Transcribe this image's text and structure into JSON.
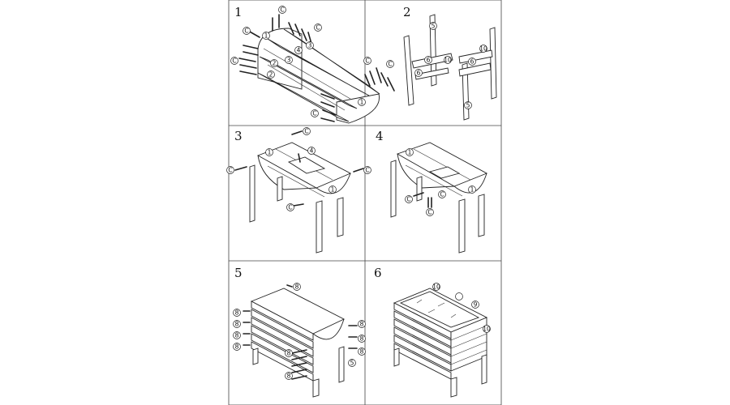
{
  "panels": [
    {
      "step": "1"
    },
    {
      "step": "2"
    },
    {
      "step": "3"
    },
    {
      "step": "4"
    },
    {
      "step": "5"
    },
    {
      "step": "6"
    }
  ],
  "labels": {
    "c": "C",
    "p1": "1",
    "p2": "2",
    "p3": "3",
    "p4": "4",
    "p5": "5",
    "p6": "6",
    "p8": "8",
    "p9": "9",
    "p10": "10"
  }
}
